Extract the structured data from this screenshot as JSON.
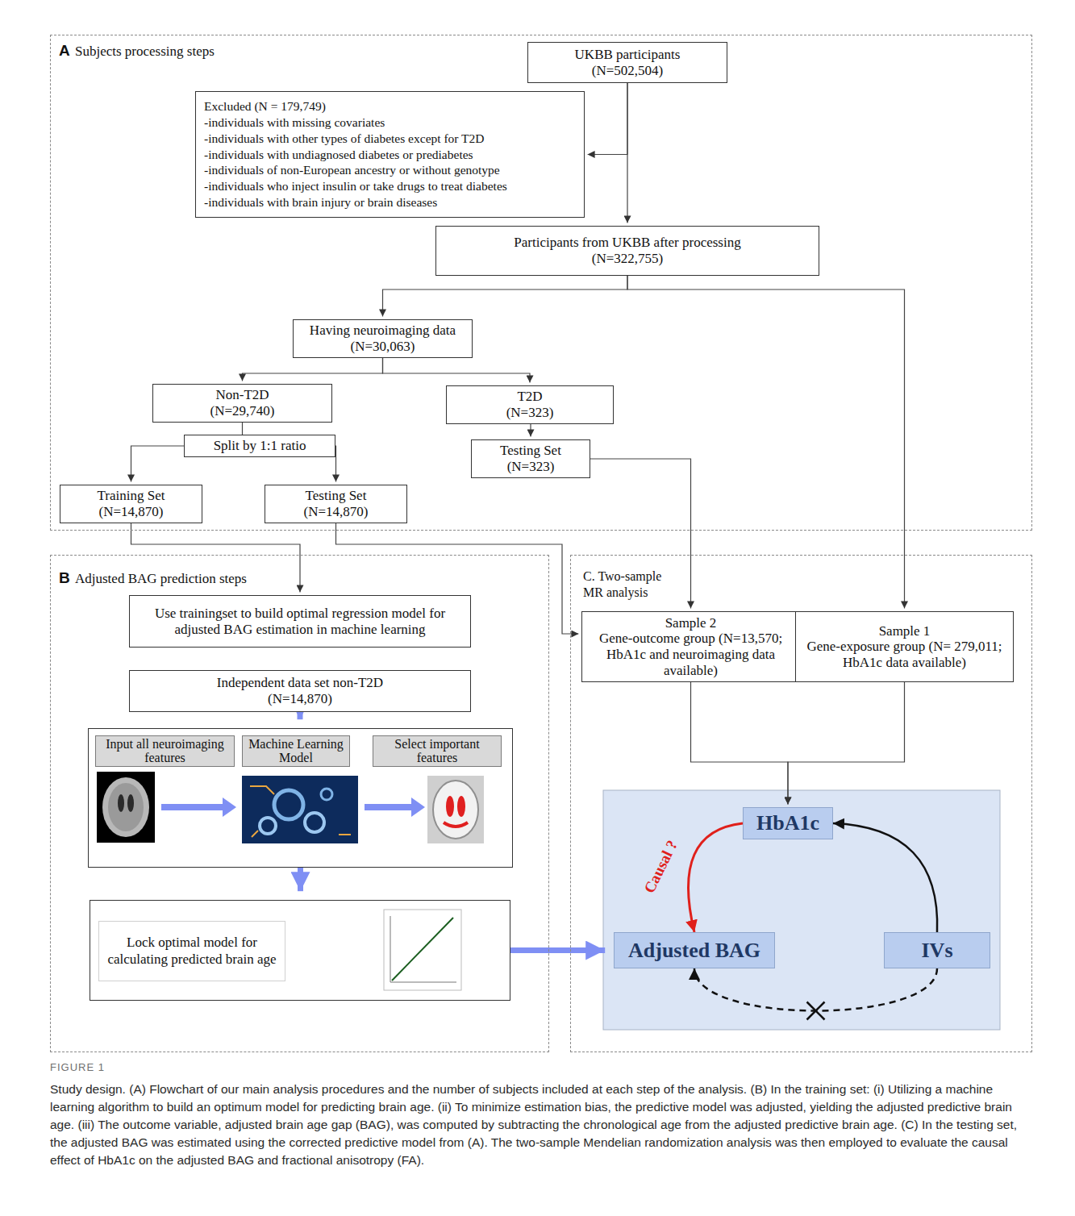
{
  "diagram": {
    "caption": "Study design. (A) Flowchart of our main analysis procedures and the number of subjects included at each step of the analysis. (B) In the training set: (i) Utilizing a machine learning algorithm to build an optimum model for predicting brain age. (ii) To minimize estimation bias, the predictive model was adjusted, yielding the adjusted predictive brain age. (iii) The outcome variable, adjusted brain age gap (BAG), was computed by subtracting the chronological age from the adjusted predictive brain age. (C) In the testing set, the adjusted BAG was estimated using the corrected predictive model from (A). The two-sample Mendelian randomization analysis was then employed to evaluate the causal effect of HbA1c on the adjusted BAG and fractional anisotropy (FA).",
    "nodes": [
      {
        "text": [
          "A",
          "Subjects processing steps"
        ]
      },
      {
        "text": [
          "UKBB participants (N=502,504)"
        ],
        "in": 0
      },
      {
        "text": [
          "Excluded (N = 179,749)",
          "-individuals with missing covariates",
          "-individuals with other types of diabetes except for T2D",
          "-individuals with undiagnosed diabetes or prediabetes",
          "-individuals of non-European ancestry or without genotype",
          "-individuals who inject insulin or take drugs to treat diabetes",
          "-individuals with brain injury or brain diseases"
        ],
        "in": 0
      },
      {
        "text": [
          "Participants from UKBB after processing (N=322,755)"
        ],
        "in": 0
      },
      {
        "text": [
          "Having neuroimaging data (N=30,063)"
        ],
        "in": 0
      },
      {
        "text": [
          "Non-T2D (N=29,740)"
        ],
        "in": 0
      },
      {
        "text": [
          "Split by 1:1 ratio"
        ],
        "in": 0
      },
      {
        "text": [
          "T2D (N=323)"
        ],
        "in": 0
      },
      {
        "text": [
          "Testing Set (N=323)"
        ],
        "in": 0
      },
      {
        "text": [
          "Training Set (N=14,870)"
        ],
        "in": 0
      },
      {
        "text": [
          "Testing Set (N=14,870)"
        ],
        "in": 0
      },
      {
        "text": [
          "B",
          "Adjusted BAG prediction steps"
        ]
      },
      {
        "text": [
          "Use trainingset to build optimal regression model for adjusted BAG estimation in machine learning"
        ],
        "in": 11
      },
      {
        "text": [
          "Independent data set non-T2D (N=14,870)"
        ],
        "in": 11
      },
      {
        "text": [
          "Input all neuroimaging features",
          "Machine Learning Model",
          "Select important features"
        ],
        "in": 11
      },
      {
        "text": [
          "Lock optimal model for calculating predicted brain age"
        ],
        "in": 11
      },
      {
        "text": [
          "C. Two-sample MR analysis"
        ]
      },
      {
        "text": [
          "Sample 2",
          "Gene-outcome group (N=13,570; HbA1c and neuroimaging data available)"
        ],
        "in": 16
      },
      {
        "text": [
          "Sample 1",
          "Gene-exposure group (N= 279,011; HbA1c data available)"
        ],
        "in": 16
      },
      {
        "text": [
          "HbA1c"
        ],
        "in": 16
      },
      {
        "text": [
          "Adjusted BAG"
        ],
        "in": 16
      },
      {
        "text": [
          "IVs"
        ],
        "in": 16
      }
    ],
    "edges": [
      {
        "from": 1,
        "to": 2,
        "arrow": "to"
      },
      {
        "from": 1,
        "to": 3,
        "arrow": "to"
      },
      {
        "from": 3,
        "to": 4,
        "arrow": "to"
      },
      {
        "from": 3,
        "to": 18,
        "arrow": "to"
      },
      {
        "from": 4,
        "to": 5,
        "arrow": "to"
      },
      {
        "from": 4,
        "to": 7,
        "arrow": "to"
      },
      {
        "from": 5,
        "to": 6,
        "arrow": "none"
      },
      {
        "from": 6,
        "to": 9,
        "arrow": "to"
      },
      {
        "from": 6,
        "to": 10,
        "arrow": "to"
      },
      {
        "from": 7,
        "to": 8,
        "arrow": "to"
      },
      {
        "from": 8,
        "to": 17,
        "arrow": "to"
      },
      {
        "from": 10,
        "to": 17,
        "arrow": "to"
      },
      {
        "from": 9,
        "to": 12,
        "arrow": "to"
      },
      {
        "from": 13,
        "to": 14,
        "arrow": "to"
      },
      {
        "from": 14,
        "to": 15,
        "arrow": "to"
      },
      {
        "from": 15,
        "to": 20,
        "arrow": "to"
      },
      {
        "from": 17,
        "to": 19,
        "arrow": "to"
      },
      {
        "from": 18,
        "to": 19,
        "arrow": "to"
      },
      {
        "from": 19,
        "to": 20,
        "label": "Causal ?",
        "arrow": "to"
      },
      {
        "from": 21,
        "to": 19,
        "arrow": "to"
      },
      {
        "from": 21,
        "to": 20,
        "arrow": "to"
      }
    ],
    "labels": [
      "FIGURE 1"
    ]
  }
}
